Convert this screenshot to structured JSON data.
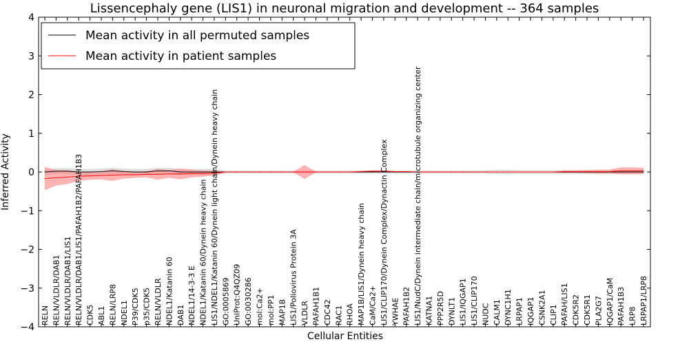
{
  "chart_data": {
    "type": "line",
    "title": "Lissencephaly gene (LIS1) in neuronal migration and development -- 364 samples",
    "xlabel": "Cellular Entities",
    "ylabel": "Inferred Activity",
    "ylim": [
      -4,
      4
    ],
    "yticks": [
      -4,
      -3,
      -2,
      -1,
      0,
      1,
      2,
      3,
      4
    ],
    "grid": false,
    "legend_position": "top-left",
    "categories": [
      "RELN",
      "RELN/VLDLR/DAB1",
      "RELN/VLDLR/DAB1/LIS1",
      "RELN/VLDLR/DAB1/LIS1/PAFAH1B2/PAFAH1B3",
      "CDK5",
      "ABL1",
      "RELN/LRP8",
      "NDEL1",
      "P39/CDK5",
      "p35/CDK5",
      "RELN/VLDLR",
      "NDEL1/Katanin 60",
      "DAB1",
      "NDEL1/14-3-3 E",
      "NDEL1/Katanin 60/Dynein heavy chain",
      "LIS1/NDEL1/Katanin 60/Dynein light chain/Dynein heavy chain",
      "GO:0005869",
      "UniProt:Q4QZ09",
      "GO:0030286",
      "mol:Ca2+",
      "mol:PP1",
      "MAP1B",
      "LIS1/Poliovirus Protein 3A",
      "VLDLR",
      "PAFAH1B1",
      "CDC42",
      "RAC1",
      "RHOA",
      "MAP1B/LIS1/Dynein heavy chain",
      "CaM/Ca2+",
      "LIS1/CLIP170/Dynein Complex/Dynactin Complex",
      "YWHAE",
      "PAFAH1B2",
      "LIS1/NudC/Dynein intermediate chain/microtubule organizing center",
      "KATNA1",
      "PPP2R5D",
      "DYNLT1",
      "LIS1/IQGAP1",
      "LIS1/CLIP170",
      "NUDC",
      "CALM1",
      "DYNC1H1",
      "LRPAP1",
      "IQGAP1",
      "CSNK2A1",
      "CLIP1",
      "PAFAH/LIS1",
      "CDK5R2",
      "CDK5R1",
      "PLA2G7",
      "IQGAP1/CaM",
      "PAFAH1B3",
      "LRP8",
      "LRPAP1/LRP8"
    ],
    "series": [
      {
        "name": "Mean activity in all permuted samples",
        "color": "#000000",
        "band_color": "#c0c0c0",
        "values": [
          0.0,
          0.02,
          0.02,
          0.0,
          0.0,
          0.01,
          0.03,
          0.01,
          0.0,
          0.0,
          0.03,
          0.03,
          0.0,
          0.0,
          0.0,
          0.0,
          0.0,
          0.0,
          0.0,
          0.0,
          0.0,
          0.0,
          0.0,
          0.0,
          0.0,
          0.0,
          0.0,
          0.0,
          0.0,
          0.0,
          0.0,
          0.0,
          0.0,
          0.0,
          0.0,
          0.0,
          0.0,
          0.0,
          0.0,
          0.0,
          0.0,
          0.0,
          0.0,
          0.0,
          0.0,
          0.0,
          0.0,
          0.0,
          0.0,
          0.0,
          0.0,
          0.0,
          0.0,
          0.0
        ],
        "band_half_width": [
          0.08,
          0.08,
          0.08,
          0.08,
          0.08,
          0.08,
          0.08,
          0.08,
          0.08,
          0.08,
          0.08,
          0.08,
          0.08,
          0.08,
          0.08,
          0.08,
          0.04,
          0.04,
          0.04,
          0.04,
          0.04,
          0.04,
          0.04,
          0.04,
          0.04,
          0.04,
          0.04,
          0.04,
          0.04,
          0.04,
          0.04,
          0.04,
          0.04,
          0.04,
          0.04,
          0.04,
          0.04,
          0.04,
          0.04,
          0.04,
          0.06,
          0.06,
          0.05,
          0.05,
          0.05,
          0.05,
          0.05,
          0.05,
          0.05,
          0.05,
          0.05,
          0.05,
          0.05,
          0.05
        ]
      },
      {
        "name": "Mean activity in patient samples",
        "color": "#ff0000",
        "band_color": "#ff8080",
        "values": [
          -0.17,
          -0.15,
          -0.13,
          -0.11,
          -0.1,
          -0.09,
          -0.08,
          -0.07,
          -0.07,
          -0.06,
          -0.06,
          -0.05,
          -0.05,
          -0.04,
          -0.04,
          -0.03,
          0.0,
          0.0,
          0.0,
          0.0,
          0.0,
          0.0,
          0.0,
          0.0,
          0.0,
          0.0,
          0.0,
          0.0,
          0.01,
          0.02,
          0.02,
          0.01,
          0.01,
          0.0,
          0.0,
          0.0,
          0.0,
          0.0,
          0.0,
          0.0,
          0.0,
          0.0,
          0.0,
          0.0,
          0.0,
          0.0,
          0.01,
          0.01,
          0.01,
          0.01,
          0.01,
          0.03,
          0.03,
          0.03
        ],
        "band_half_width": [
          0.3,
          0.2,
          0.18,
          0.12,
          0.1,
          0.1,
          0.15,
          0.1,
          0.08,
          0.08,
          0.14,
          0.1,
          0.14,
          0.1,
          0.08,
          0.06,
          0.01,
          0.01,
          0.01,
          0.01,
          0.01,
          0.01,
          0.01,
          0.18,
          0.01,
          0.01,
          0.01,
          0.01,
          0.02,
          0.02,
          0.02,
          0.01,
          0.01,
          0.01,
          0.01,
          0.01,
          0.01,
          0.01,
          0.01,
          0.01,
          0.01,
          0.01,
          0.01,
          0.01,
          0.01,
          0.01,
          0.03,
          0.03,
          0.04,
          0.05,
          0.05,
          0.09,
          0.09,
          0.08
        ]
      }
    ]
  }
}
